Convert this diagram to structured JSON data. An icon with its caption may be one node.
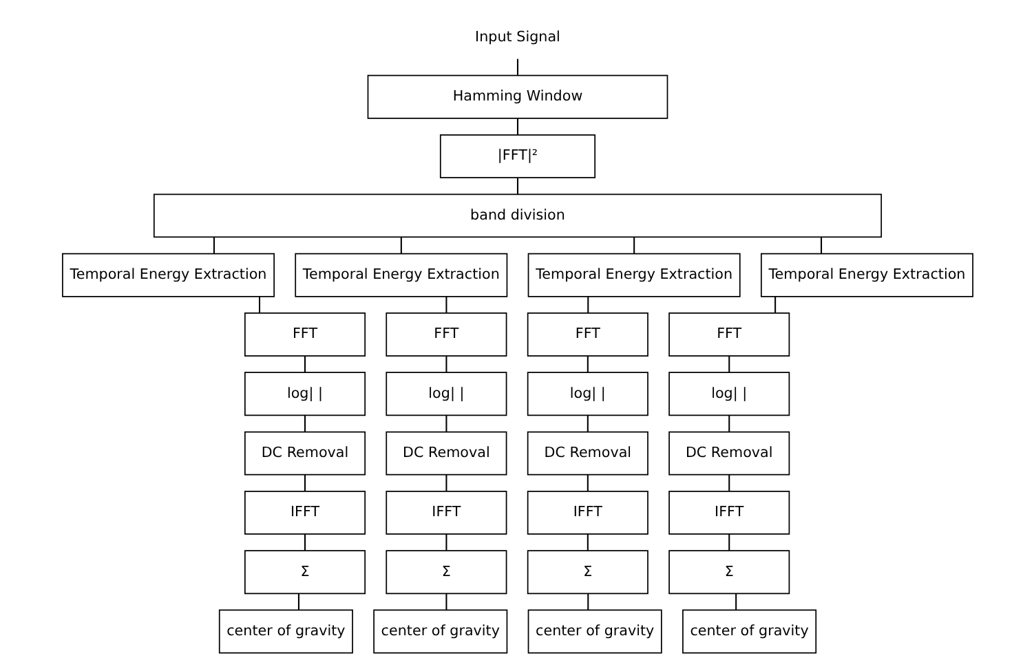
{
  "diagram": {
    "nodes": [
      {
        "text": [
          "Input Signal"
        ]
      },
      {
        "text": [
          "Hamming Window"
        ]
      },
      {
        "text": [
          "|FFT|²"
        ]
      },
      {
        "text": [
          "band division"
        ]
      },
      {
        "text": [
          "Temporal Energy Extraction"
        ]
      },
      {
        "text": [
          "FFT"
        ]
      },
      {
        "text": [
          "log| |"
        ]
      },
      {
        "text": [
          "DC Removal"
        ]
      },
      {
        "text": [
          "IFFT"
        ]
      },
      {
        "text": [
          "Σ"
        ]
      },
      {
        "text": [
          "center of gravity"
        ]
      },
      {
        "text": [
          "Temporal Energy Extraction"
        ]
      },
      {
        "text": [
          "FFT"
        ]
      },
      {
        "text": [
          "log| |"
        ]
      },
      {
        "text": [
          "DC Removal"
        ]
      },
      {
        "text": [
          "IFFT"
        ]
      },
      {
        "text": [
          "Σ"
        ]
      },
      {
        "text": [
          "center of gravity"
        ]
      },
      {
        "text": [
          "Temporal Energy Extraction"
        ]
      },
      {
        "text": [
          "FFT"
        ]
      },
      {
        "text": [
          "log| |"
        ]
      },
      {
        "text": [
          "DC Removal"
        ]
      },
      {
        "text": [
          "IFFT"
        ]
      },
      {
        "text": [
          "Σ"
        ]
      },
      {
        "text": [
          "center of gravity"
        ]
      },
      {
        "text": [
          "Temporal Energy Extraction"
        ]
      },
      {
        "text": [
          "FFT"
        ]
      },
      {
        "text": [
          "log| |"
        ]
      },
      {
        "text": [
          "DC Removal"
        ]
      },
      {
        "text": [
          "IFFT"
        ]
      },
      {
        "text": [
          "Σ"
        ]
      },
      {
        "text": [
          "center of gravity"
        ]
      }
    ],
    "edges": [
      {
        "from": 0,
        "to": 1,
        "arrow": "none"
      },
      {
        "from": 1,
        "to": 2,
        "arrow": "none"
      },
      {
        "from": 2,
        "to": 3,
        "arrow": "none"
      },
      {
        "from": 3,
        "to": 4,
        "arrow": "none"
      },
      {
        "from": 3,
        "to": 11,
        "arrow": "none"
      },
      {
        "from": 3,
        "to": 18,
        "arrow": "none"
      },
      {
        "from": 3,
        "to": 25,
        "arrow": "none"
      },
      {
        "from": 4,
        "to": 5,
        "arrow": "none"
      },
      {
        "from": 5,
        "to": 6,
        "arrow": "none"
      },
      {
        "from": 6,
        "to": 7,
        "arrow": "none"
      },
      {
        "from": 7,
        "to": 8,
        "arrow": "none"
      },
      {
        "from": 8,
        "to": 9,
        "arrow": "none"
      },
      {
        "from": 9,
        "to": 10,
        "arrow": "none"
      },
      {
        "from": 11,
        "to": 12,
        "arrow": "none"
      },
      {
        "from": 12,
        "to": 13,
        "arrow": "none"
      },
      {
        "from": 13,
        "to": 14,
        "arrow": "none"
      },
      {
        "from": 14,
        "to": 15,
        "arrow": "none"
      },
      {
        "from": 15,
        "to": 16,
        "arrow": "none"
      },
      {
        "from": 16,
        "to": 17,
        "arrow": "none"
      },
      {
        "from": 18,
        "to": 19,
        "arrow": "none"
      },
      {
        "from": 19,
        "to": 20,
        "arrow": "none"
      },
      {
        "from": 20,
        "to": 21,
        "arrow": "none"
      },
      {
        "from": 21,
        "to": 22,
        "arrow": "none"
      },
      {
        "from": 22,
        "to": 23,
        "arrow": "none"
      },
      {
        "from": 23,
        "to": 24,
        "arrow": "none"
      },
      {
        "from": 25,
        "to": 26,
        "arrow": "none"
      },
      {
        "from": 26,
        "to": 27,
        "arrow": "none"
      },
      {
        "from": 27,
        "to": 28,
        "arrow": "none"
      },
      {
        "from": 28,
        "to": 29,
        "arrow": "none"
      },
      {
        "from": 29,
        "to": 30,
        "arrow": "none"
      },
      {
        "from": 30,
        "to": 31,
        "arrow": "none"
      }
    ]
  }
}
